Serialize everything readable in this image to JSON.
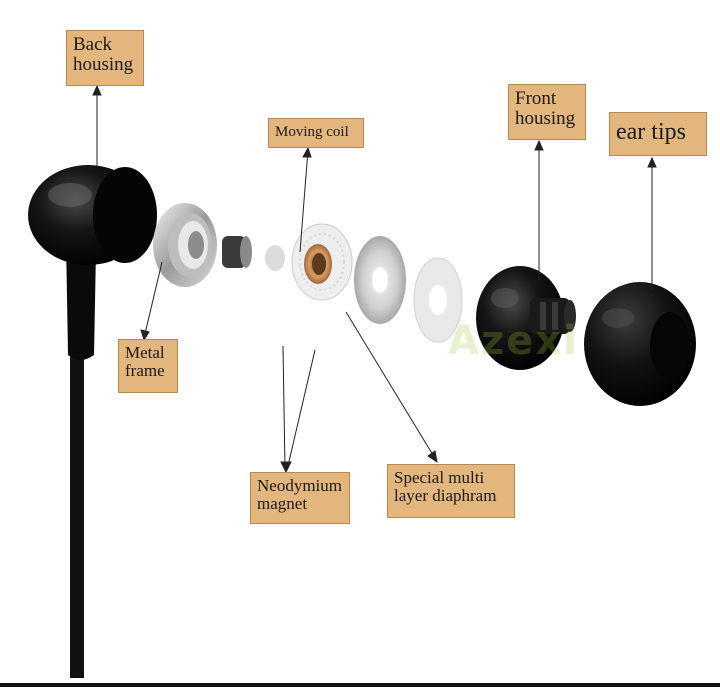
{
  "labels": {
    "back_housing": "Back\nhousing",
    "moving_coil": "Moving coil",
    "front_housing": "Front\nhousing",
    "ear_tips": "ear tips",
    "metal_frame": "Metal\nframe",
    "neodymium_magnet": "Neodymium\nmagnet",
    "diaphragm": "Special multi\nlayer diaphram"
  },
  "watermark": "Azexi",
  "colors": {
    "label_fill": "#e3b67e",
    "label_border": "#b58a56",
    "housing_black": "#0c0c0c",
    "coil_copper": "#c98a55"
  }
}
